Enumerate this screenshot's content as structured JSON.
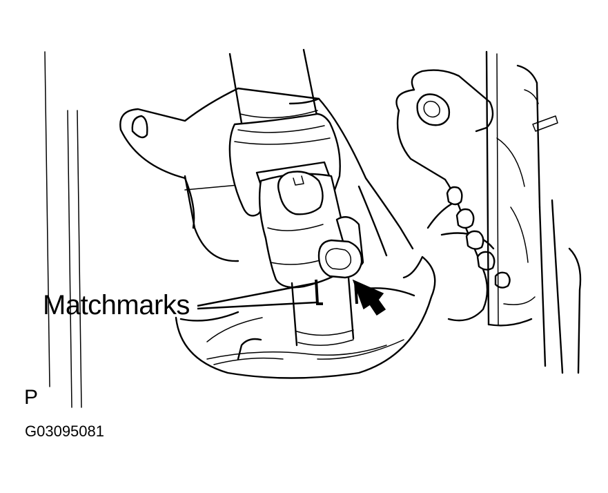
{
  "callout": {
    "label": "Matchmarks"
  },
  "view": {
    "letter": "P"
  },
  "figure": {
    "code": "G03095081"
  }
}
